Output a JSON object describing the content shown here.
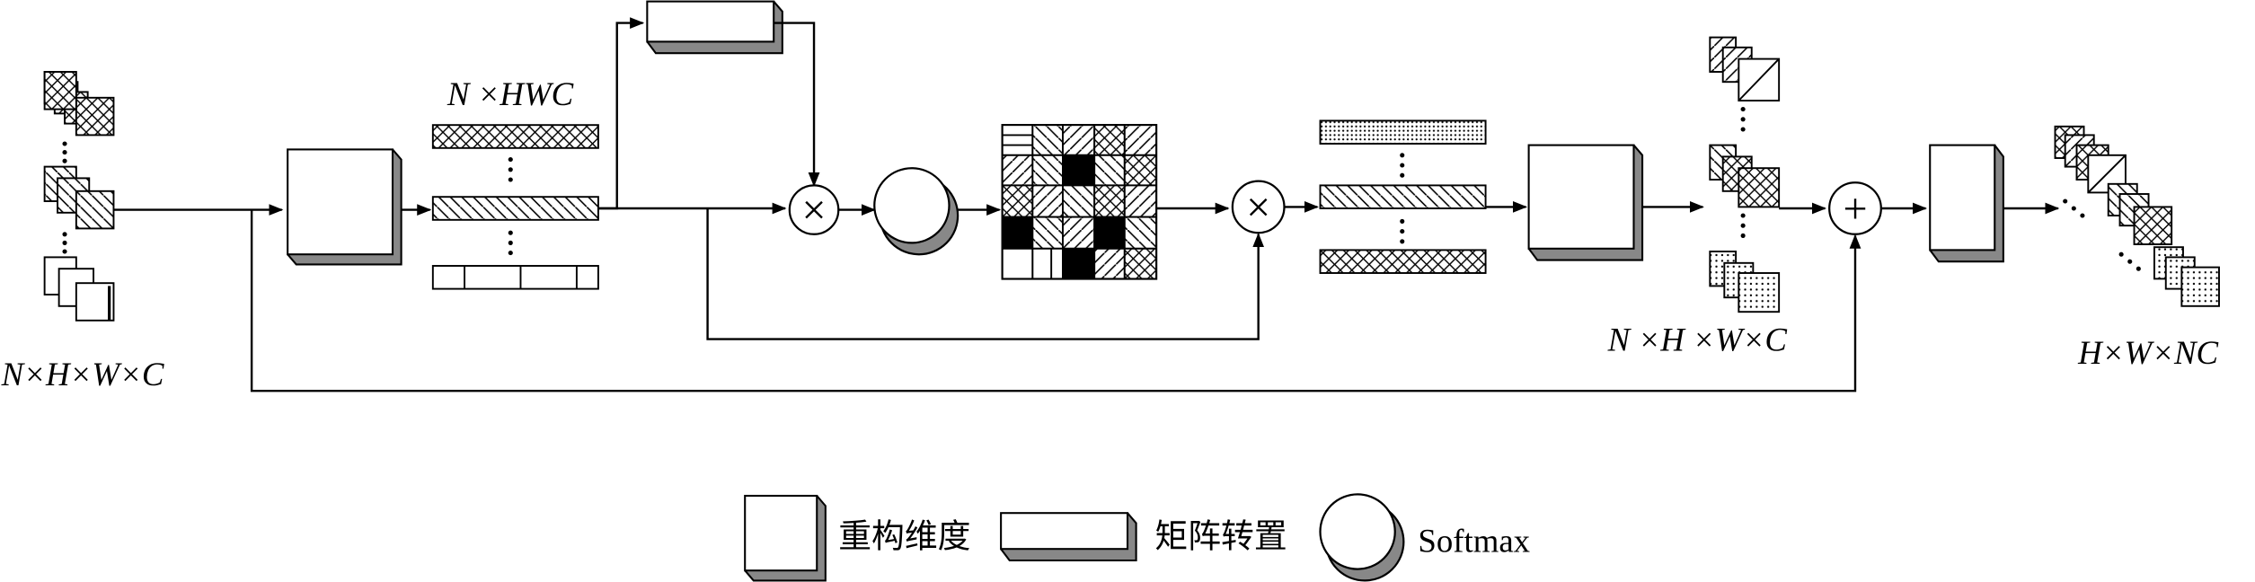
{
  "labels": {
    "input_dims": "N×H×W×C",
    "transpose_dims": "N ×HWC",
    "reshape_back_dims": "N ×H ×W×C",
    "output_dims": "H×W×NC"
  },
  "operators": {
    "multiply": "×",
    "add": "+"
  },
  "legend": {
    "reshape": "重构维度",
    "transpose": "矩阵转置",
    "softmax": "Softmax"
  }
}
